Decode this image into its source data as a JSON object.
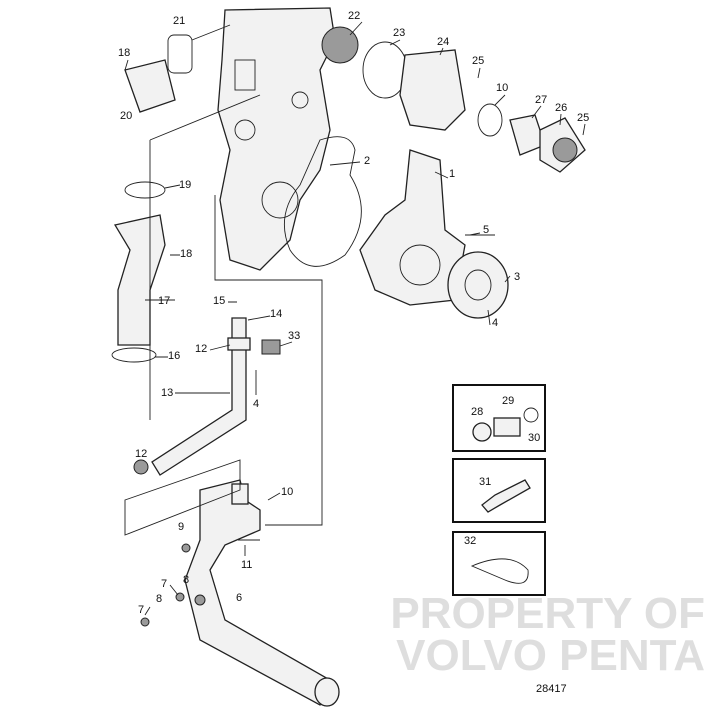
{
  "diagram": {
    "drawing_number": "28417",
    "watermark": [
      "PROPERTY OF",
      "VOLVO PENTA"
    ],
    "callouts": [
      {
        "id": "c21",
        "text": "21"
      },
      {
        "id": "c22",
        "text": "22"
      },
      {
        "id": "c23",
        "text": "23"
      },
      {
        "id": "c24",
        "text": "24"
      },
      {
        "id": "c18a",
        "text": "18"
      },
      {
        "id": "c25a",
        "text": "25"
      },
      {
        "id": "c10a",
        "text": "10"
      },
      {
        "id": "c27",
        "text": "27"
      },
      {
        "id": "c26",
        "text": "26"
      },
      {
        "id": "c25b",
        "text": "25"
      },
      {
        "id": "c20",
        "text": "20"
      },
      {
        "id": "c2",
        "text": "2"
      },
      {
        "id": "c1",
        "text": "1"
      },
      {
        "id": "c19",
        "text": "19"
      },
      {
        "id": "c18b",
        "text": "18"
      },
      {
        "id": "c5",
        "text": "5"
      },
      {
        "id": "c3",
        "text": "3"
      },
      {
        "id": "c17",
        "text": "17"
      },
      {
        "id": "c15",
        "text": "15"
      },
      {
        "id": "c14",
        "text": "14"
      },
      {
        "id": "c33",
        "text": "33"
      },
      {
        "id": "c12a",
        "text": "12"
      },
      {
        "id": "c16",
        "text": "16"
      },
      {
        "id": "c4a",
        "text": "4"
      },
      {
        "id": "c13",
        "text": "13"
      },
      {
        "id": "c4b",
        "text": "4"
      },
      {
        "id": "c28",
        "text": "28"
      },
      {
        "id": "c29",
        "text": "29"
      },
      {
        "id": "c30",
        "text": "30"
      },
      {
        "id": "c31",
        "text": "31"
      },
      {
        "id": "c12b",
        "text": "12"
      },
      {
        "id": "c10b",
        "text": "10"
      },
      {
        "id": "c32",
        "text": "32"
      },
      {
        "id": "c9",
        "text": "9"
      },
      {
        "id": "c11",
        "text": "11"
      },
      {
        "id": "c7a",
        "text": "7"
      },
      {
        "id": "c8a",
        "text": "8"
      },
      {
        "id": "c6",
        "text": "6"
      },
      {
        "id": "c7b",
        "text": "7"
      },
      {
        "id": "c8b",
        "text": "8"
      }
    ]
  }
}
